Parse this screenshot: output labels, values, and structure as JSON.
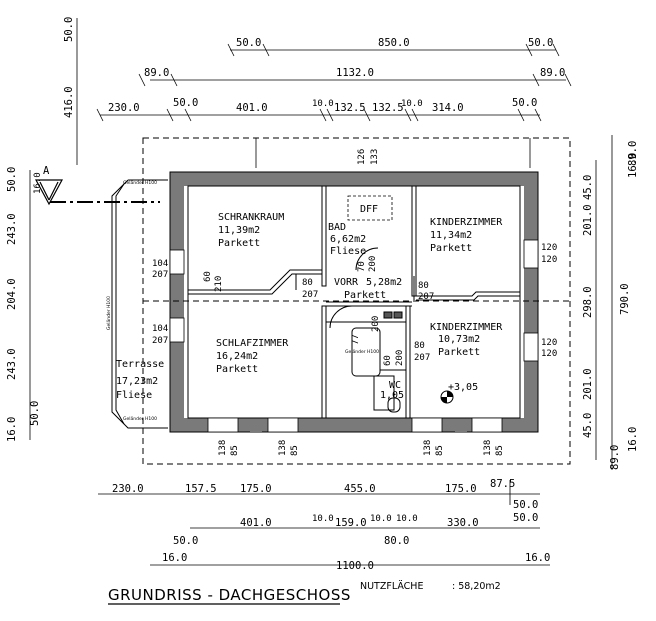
{
  "title": "GRUNDRISS - DACHGESCHOSS",
  "nutzflaeche_label": "NUTZFLÄCHE",
  "nutzflaeche_value": ": 58,20m2",
  "section_marker": "A",
  "left_dims": [
    "50.0",
    "416.0"
  ],
  "left_dims_vertical": [
    "50.0",
    "16.0",
    "243.0",
    "204.0",
    "243.0",
    "16.0",
    "50.0"
  ],
  "right_dims_vertical": [
    "45.0",
    "201.0",
    "298.0",
    "201.0",
    "45.0",
    "89.0",
    "16.0",
    "790.0",
    "89.0",
    "16.0"
  ],
  "top_row1": [
    "50.0",
    "850.0",
    "50.0"
  ],
  "top_row2": [
    "89.0",
    "1132.0",
    "89.0"
  ],
  "top_row3": [
    "230.0",
    "50.0",
    "401.0",
    "10.0",
    "132.5",
    "132.5",
    "10.0",
    "314.0",
    "50.0"
  ],
  "top_small": [
    "126",
    "133"
  ],
  "bottom_row1": [
    "230.0",
    "157.5",
    "175.0",
    "455.0",
    "175.0",
    "87.5",
    "50.0"
  ],
  "bottom_row2": [
    "401.0",
    "10.0",
    "159.0",
    "10.0",
    "10.0",
    "330.0",
    "50.0",
    "50.0",
    "80.0"
  ],
  "bottom_row3": [
    "16.0",
    "1100.0",
    "16.0"
  ],
  "openings": [
    "104",
    "207",
    "60",
    "210",
    "80",
    "207",
    "70",
    "200",
    "80",
    "207",
    "120",
    "120",
    "120",
    "120",
    "104",
    "207",
    "77",
    "200",
    "60",
    "200",
    "80",
    "207",
    "138",
    "85",
    "138",
    "85",
    "138",
    "85",
    "138",
    "85"
  ],
  "rooms": {
    "schrankraum": {
      "name": "SCHRANKRAUM",
      "area": "11,39m2",
      "floor": "Parkett"
    },
    "bad": {
      "name": "BAD",
      "area": "6,62m2",
      "floor": "Fliese"
    },
    "kinder1": {
      "name": "KINDERZIMMER",
      "area": "11,34m2",
      "floor": "Parkett"
    },
    "vorr": {
      "name": "VORR",
      "area": "5,28m2",
      "floor": "Parkett"
    },
    "schlaf": {
      "name": "SCHLAFZIMMER",
      "area": "16,24m2",
      "floor": "Parkett"
    },
    "kinder2": {
      "name": "KINDERZIMMER",
      "area": "10,73m2",
      "floor": "Parkett"
    },
    "wc": {
      "name": "WC",
      "area": "1,05"
    },
    "terrasse": {
      "name": "Terrasse",
      "area": "17,23m2",
      "floor": "Fliese"
    }
  },
  "dff": "DFF",
  "level": "+3,05",
  "gelaender": "Geländer H100"
}
